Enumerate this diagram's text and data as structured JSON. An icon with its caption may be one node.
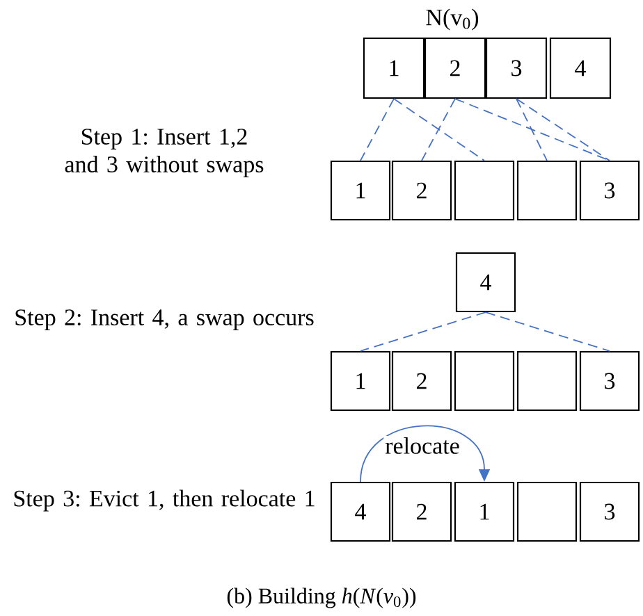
{
  "diagram": {
    "caption": "(b) Building *h*(*N*(*v*$_{0}$))",
    "nodes": [
      {
        "text": [
          "1"
        ]
      },
      {
        "text": [
          "2"
        ]
      },
      {
        "text": [
          "3"
        ]
      },
      {
        "text": [
          "4"
        ]
      },
      {
        "text": [
          "1"
        ]
      },
      {
        "text": [
          "2"
        ]
      },
      {
        "text": [],
        "shape": "box"
      },
      {
        "text": [],
        "shape": "box"
      },
      {
        "text": [
          "3"
        ]
      },
      {
        "text": [
          "4"
        ]
      },
      {
        "text": [
          "1"
        ]
      },
      {
        "text": [
          "2"
        ]
      },
      {
        "text": [],
        "shape": "box"
      },
      {
        "text": [],
        "shape": "box"
      },
      {
        "text": [
          "3"
        ]
      },
      {
        "text": [
          "4"
        ]
      },
      {
        "text": [
          "2"
        ]
      },
      {
        "text": [
          "1"
        ]
      },
      {
        "text": [],
        "shape": "box"
      },
      {
        "text": [
          "3"
        ]
      }
    ],
    "edges": [
      {
        "from": 0,
        "to": 4,
        "arrow": "none",
        "style": "dashed"
      },
      {
        "from": 0,
        "to": 6,
        "arrow": "none",
        "style": "dashed"
      },
      {
        "from": 1,
        "to": 5,
        "arrow": "none",
        "style": "dashed"
      },
      {
        "from": 1,
        "to": 8,
        "arrow": "none",
        "style": "dashed"
      },
      {
        "from": 2,
        "to": 7,
        "arrow": "none",
        "style": "dashed"
      },
      {
        "from": 2,
        "to": 8,
        "arrow": "none",
        "style": "dashed"
      },
      {
        "from": 9,
        "to": 10,
        "arrow": "none",
        "style": "dashed"
      },
      {
        "from": 9,
        "to": 14,
        "arrow": "none",
        "style": "dashed"
      },
      {
        "from": 15,
        "to": 17,
        "arrow": "to",
        "label": "relocate"
      }
    ],
    "labels": [
      "N(v$_{0}$)",
      "Step 1: Insert 1,2 and 3 without swaps",
      "Step 2: Insert 4, a swap occurs",
      "Step 3: Evict 1, then relocate 1"
    ]
  }
}
